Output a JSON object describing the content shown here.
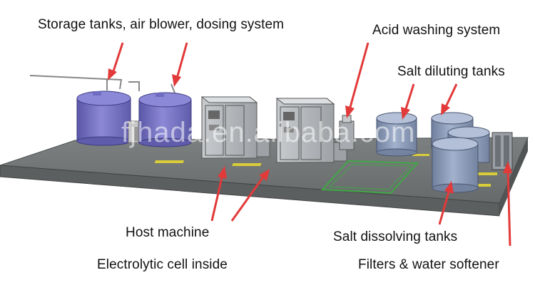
{
  "labels": {
    "storage": "Storage tanks, air blower, dosing system",
    "acid": "Acid washing system",
    "salt_diluting": "Salt diluting tanks",
    "host_machine": "Host machine",
    "electrolytic": "Electrolytic cell inside",
    "salt_dissolving": "Salt dissolving tanks",
    "filters": "Filters & water softener"
  },
  "watermark": "fjhada.en.alibaba.com",
  "colors": {
    "arrow": "#e23a3a",
    "floor": "#6f7373",
    "tank_purple": "#7b78c8",
    "tank_blue": "#8fa0bd",
    "cabinet": "#b9bcbf",
    "marking_green": "#3fa845",
    "marking_yellow": "#d8cc3a"
  }
}
